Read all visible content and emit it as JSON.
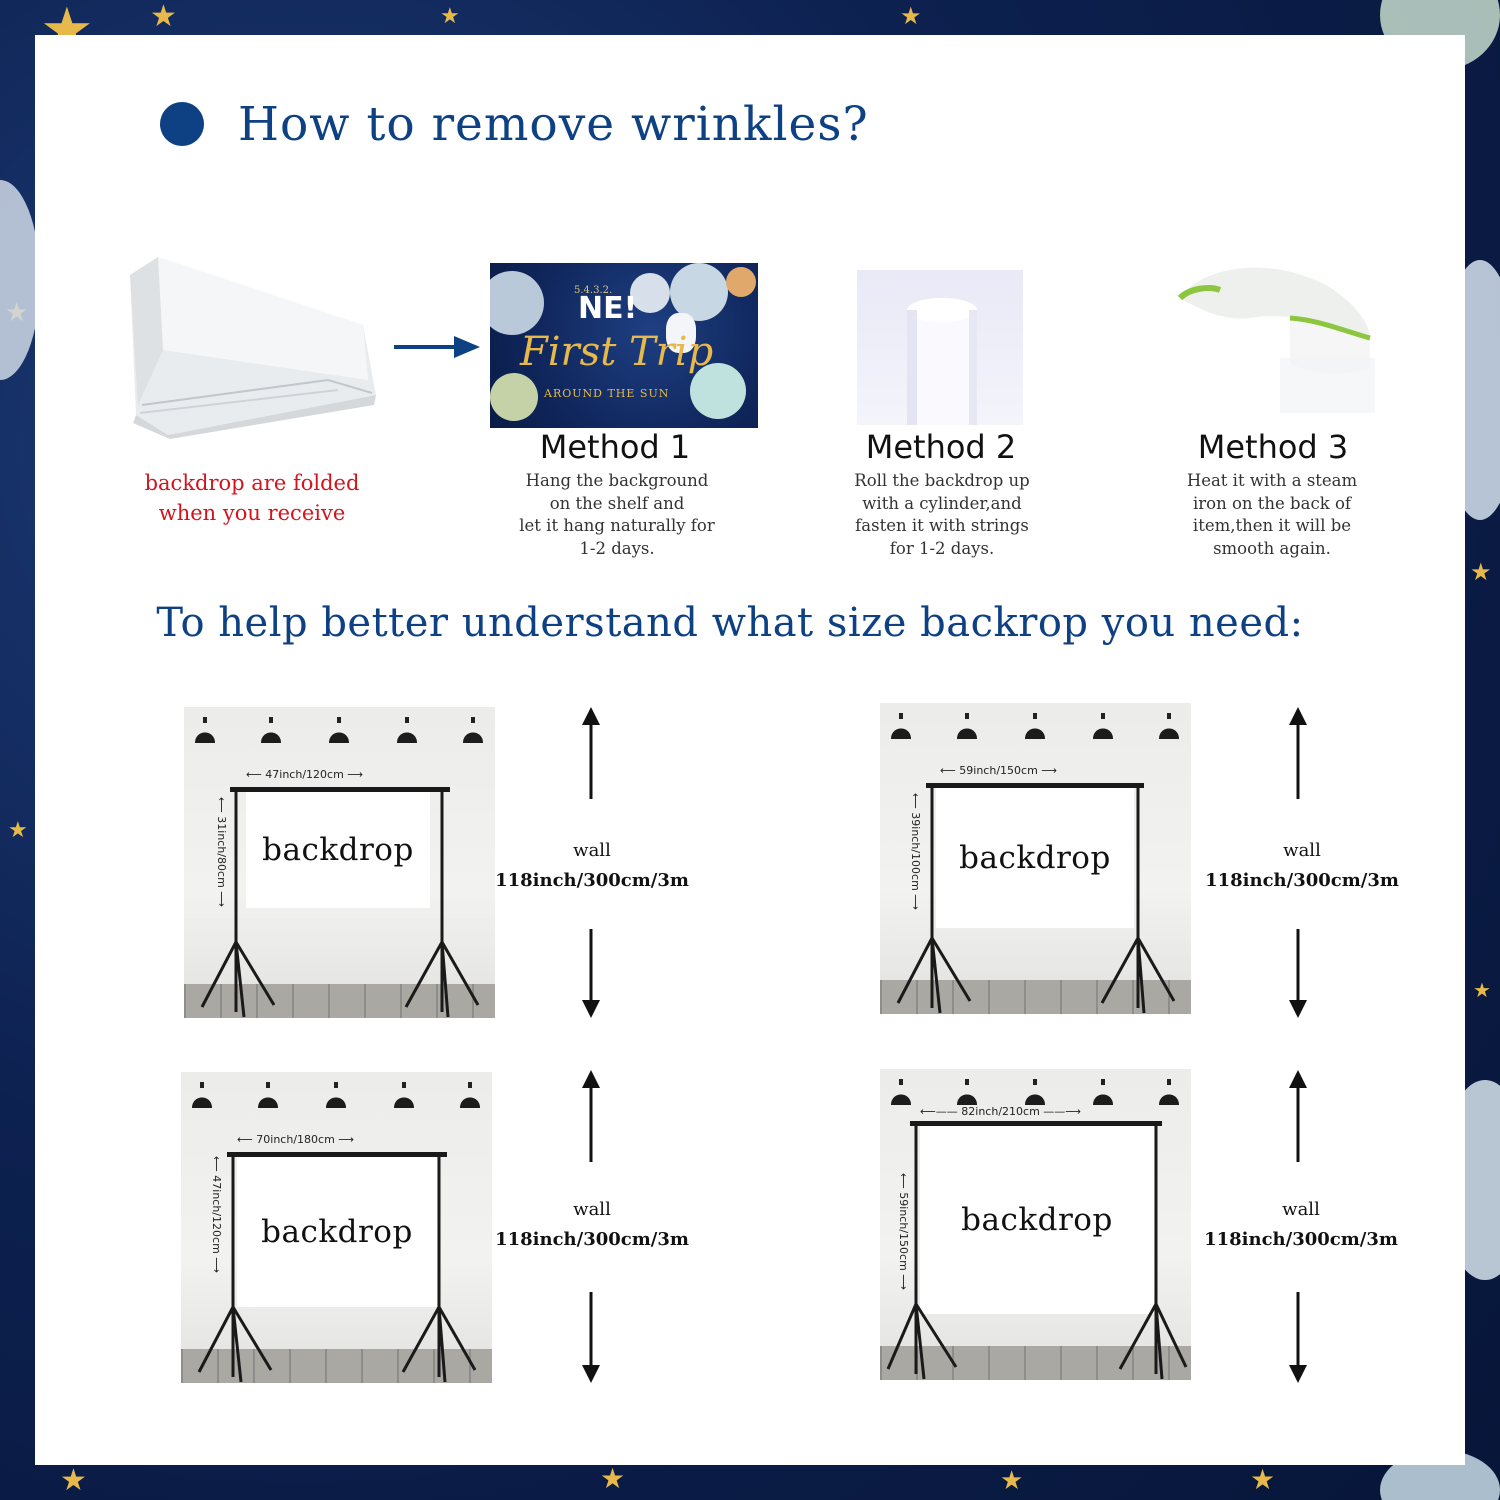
{
  "heading": "How to remove wrinkles?",
  "folded_caption": "backdrop are folded\nwhen you receive",
  "poster": {
    "countdown": "5.4.3.2.",
    "one": "NE!",
    "script": "First Trip",
    "sub": "AROUND THE SUN"
  },
  "methods": [
    {
      "title": "Method 1",
      "desc": "Hang the background\non the shelf and\nlet it hang naturally for\n1-2 days."
    },
    {
      "title": "Method 2",
      "desc": "Roll the backdrop up\nwith a cylinder,and\nfasten it with strings\nfor 1-2 days."
    },
    {
      "title": "Method 3",
      "desc": "Heat it with a steam\niron on the back of\nitem,then it will be\nsmooth again."
    }
  ],
  "size_heading": "To help better understand what size backrop you need:",
  "sizes": [
    {
      "width": "47inch/120cm",
      "height": "31inch/80cm",
      "label": "backdrop",
      "wall_title": "wall",
      "wall_value": "118inch/300cm/3m"
    },
    {
      "width": "59inch/150cm",
      "height": "39inch/100cm",
      "label": "backdrop",
      "wall_title": "wall",
      "wall_value": "118inch/300cm/3m"
    },
    {
      "width": "70inch/180cm",
      "height": "47inch/120cm",
      "label": "backdrop",
      "wall_title": "wall",
      "wall_value": "118inch/300cm/3m"
    },
    {
      "width": "82inch/210cm",
      "height": "59inch/150cm",
      "label": "backdrop",
      "wall_title": "wall",
      "wall_value": "118inch/300cm/3m"
    }
  ],
  "colors": {
    "heading_blue": "#0e4183",
    "caption_red": "#d2141c",
    "frame_navy": "#102a5c",
    "gold": "#e6b94a"
  }
}
